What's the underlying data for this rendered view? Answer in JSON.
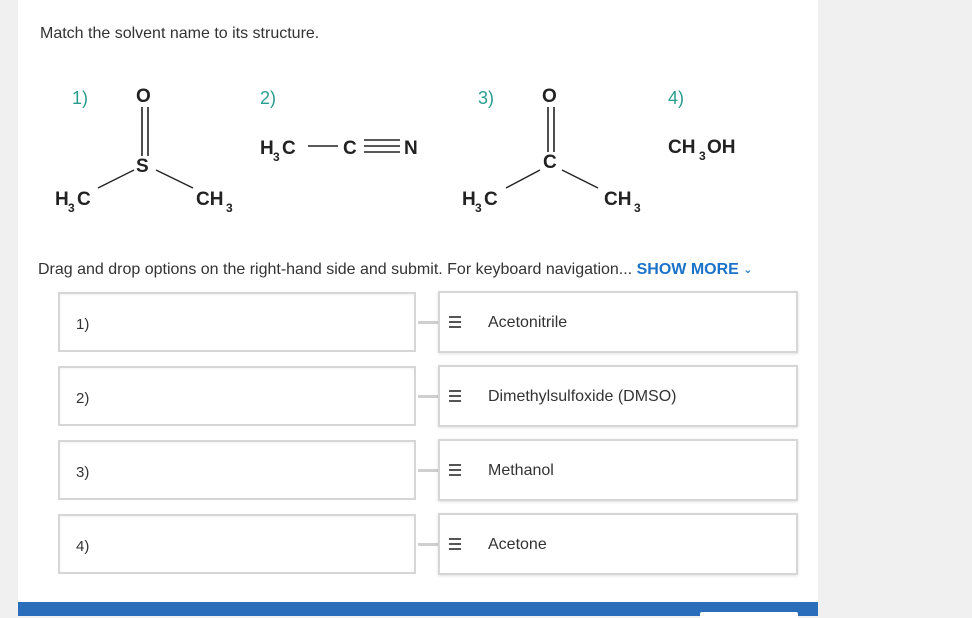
{
  "question": "Match the solvent name to its structure.",
  "structures": {
    "s1": {
      "number": "1)",
      "o": "O",
      "s": "S",
      "h": "H",
      "c": "C",
      "sub3": "3",
      "ch": "CH"
    },
    "s2": {
      "number": "2)",
      "h": "H",
      "c": "C",
      "sub3": "3",
      "c2": "C",
      "n": "N"
    },
    "s3": {
      "number": "3)",
      "o": "O",
      "c": "C",
      "h": "H",
      "c_left": "C",
      "sub3": "3",
      "ch": "CH"
    },
    "s4": {
      "number": "4)",
      "ch": "CH",
      "sub3": "3",
      "oh": "OH"
    }
  },
  "instructions": {
    "text": "Drag and drop options on the right-hand side and submit. For keyboard navigation... ",
    "show_more": "SHOW MORE",
    "chevron": "chevron-down-icon"
  },
  "slots": [
    {
      "label": "1)"
    },
    {
      "label": "2)"
    },
    {
      "label": "3)"
    },
    {
      "label": "4)"
    }
  ],
  "options": [
    {
      "text": "Acetonitrile",
      "icon": "drag-handle-icon"
    },
    {
      "text": "Dimethylsulfoxide (DMSO)",
      "icon": "drag-handle-icon"
    },
    {
      "text": "Methanol",
      "icon": "drag-handle-icon"
    },
    {
      "text": "Acetone",
      "icon": "drag-handle-icon"
    }
  ],
  "colors": {
    "accent": "#2a9d8f",
    "link": "#1a73c8",
    "bar": "#2a6ebb",
    "text": "#333333"
  }
}
